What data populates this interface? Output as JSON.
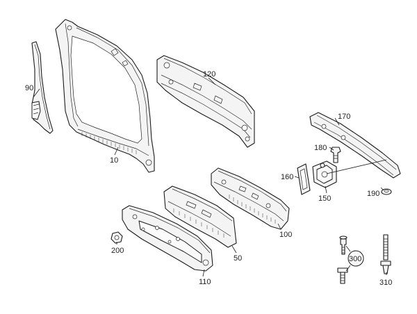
{
  "callouts": [
    {
      "id": "p10",
      "label": "10"
    },
    {
      "id": "p50",
      "label": "50"
    },
    {
      "id": "p90",
      "label": "90"
    },
    {
      "id": "p100",
      "label": "100"
    },
    {
      "id": "p110",
      "label": "110"
    },
    {
      "id": "p120",
      "label": "120"
    },
    {
      "id": "p150",
      "label": "150"
    },
    {
      "id": "p160",
      "label": "160"
    },
    {
      "id": "p170",
      "label": "170"
    },
    {
      "id": "p180",
      "label": "180"
    },
    {
      "id": "p190",
      "label": "190"
    },
    {
      "id": "p200",
      "label": "200"
    },
    {
      "id": "p300",
      "label": "300"
    },
    {
      "id": "p310",
      "label": "310"
    }
  ]
}
